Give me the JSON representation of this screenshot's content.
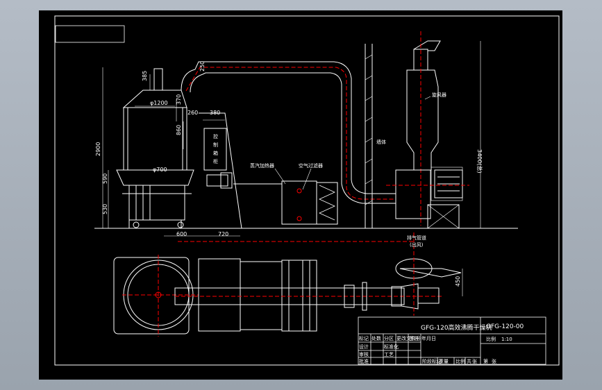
{
  "colors": {
    "background_outer": "#a7b0bb",
    "sheet": "#000000",
    "lines": "#ffffff",
    "centerline": "#ff0000",
    "dimension": "#ffffff"
  },
  "drawing": {
    "title_block": {
      "drawing_number": "GFG-120-00",
      "drawing_name": "GFG-120高效沸腾干燥机",
      "scale_label": "比例",
      "scale_value": "1:10",
      "row_labels": [
        "标记",
        "处数",
        "分区",
        "更改文件号",
        "签名",
        "年月日"
      ],
      "row_labels_2": [
        "设计",
        "标准化",
        "审核",
        "工艺",
        "批准"
      ],
      "bottom_labels": [
        "阶段标记",
        "重量",
        "比例",
        "共",
        "张",
        "第",
        "张"
      ]
    },
    "dimensions": {
      "d_385": "385",
      "d_250": "250",
      "d_1200": "φ1200",
      "d_370": "370",
      "d_260": "260",
      "d_380": "380",
      "d_860": "860",
      "d_2900": "2900",
      "d_700": "φ700",
      "d_590": "590",
      "d_530": "530",
      "d_600": "600",
      "d_720": "720",
      "d_3400": "3400(总)",
      "d_450": "450"
    },
    "labels": {
      "control_cabinet": [
        "控",
        "制",
        "箱",
        "柜"
      ],
      "steam_heater": "蒸汽加热器",
      "air_filter": "空气过滤器",
      "cyclone": "旋风器",
      "wall": "墙体",
      "exhaust": "排气管道",
      "exhaust_2": "(出风)"
    }
  }
}
